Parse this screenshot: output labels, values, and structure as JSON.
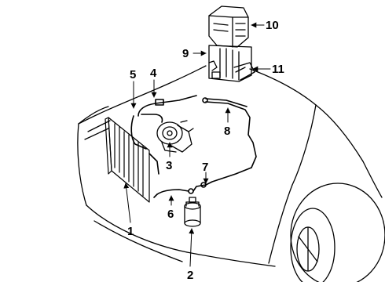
{
  "diagram": {
    "callouts": {
      "c1": "1",
      "c2": "2",
      "c3": "3",
      "c4": "4",
      "c5": "5",
      "c6": "6",
      "c7": "7",
      "c8": "8",
      "c9": "9",
      "c10": "10",
      "c11": "11"
    }
  }
}
